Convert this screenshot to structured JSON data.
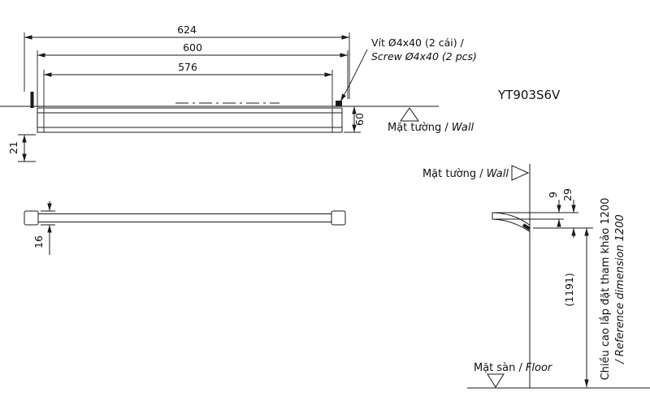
{
  "model": "YT903S6V",
  "colors": {
    "line": "#1a1a1a",
    "text": "#111111",
    "background": "#ffffff"
  },
  "front_view": {
    "dim_overall": "624",
    "dim_bar_length": "600",
    "dim_inner_span": "576",
    "dim_depth": "60",
    "dim_end_offset": "21",
    "screw_note_vi": "Vít Ø4x40 (2 cái) /",
    "screw_note_en": "Screw Ø4x40 (2 pcs)",
    "wall_label_vi": "Mặt tường /",
    "wall_label_en": "Wall"
  },
  "profile_view": {
    "dim_thickness": "16"
  },
  "side_view": {
    "wall_label_vi": "Mặt tường /",
    "wall_label_en": "Wall",
    "dim_tip_drop": "9",
    "dim_total_drop": "29",
    "dim_actual_height": "(1191)",
    "ref_height_vi": "Chiều cao lắp đặt tham khảo 1200",
    "ref_height_en": "/ Reference dimension 1200",
    "floor_label_vi": "Mặt sàn /",
    "floor_label_en": "Floor"
  }
}
